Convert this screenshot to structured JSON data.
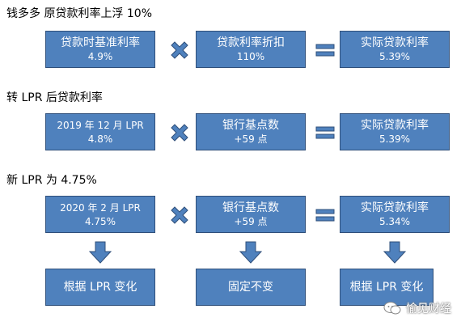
{
  "section1": {
    "title": "钱多多  原贷款利率上浮 10%",
    "box1": {
      "line1": "贷款时基准利率",
      "line2": "4.9%"
    },
    "box2": {
      "line1": "贷款利率折扣",
      "line2": "110%"
    },
    "box3": {
      "line1": "实际贷款利率",
      "line2": "5.39%"
    }
  },
  "section2": {
    "title": "转 LPR 后贷款利率",
    "box1": {
      "line1": "2019 年 12 月 LPR",
      "line2": "4.8%"
    },
    "box2": {
      "line1": "银行基点数",
      "line2": "+59 点"
    },
    "box3": {
      "line1": "实际贷款利率",
      "line2": "5.39%"
    }
  },
  "section3": {
    "title": "新 LPR 为 4.75%",
    "box1": {
      "line1": "2020 年 2 月 LPR",
      "line2": "4.75%"
    },
    "box2": {
      "line1": "银行基点数",
      "line2": "+59 点"
    },
    "box3": {
      "line1": "实际贷款利率",
      "line2": "5.34%"
    }
  },
  "bottom": {
    "box1": "根据 LPR 变化",
    "box2": "固定不变",
    "box3": "根据 LPR 变化"
  },
  "watermark": "愉见财经",
  "colors": {
    "box": "#4f81bd",
    "operator": "#4f81bd"
  },
  "icons": {
    "multiply": "multiply-icon",
    "equals": "equals-icon",
    "down": "down-arrow-icon",
    "wechat": "wechat-icon"
  }
}
